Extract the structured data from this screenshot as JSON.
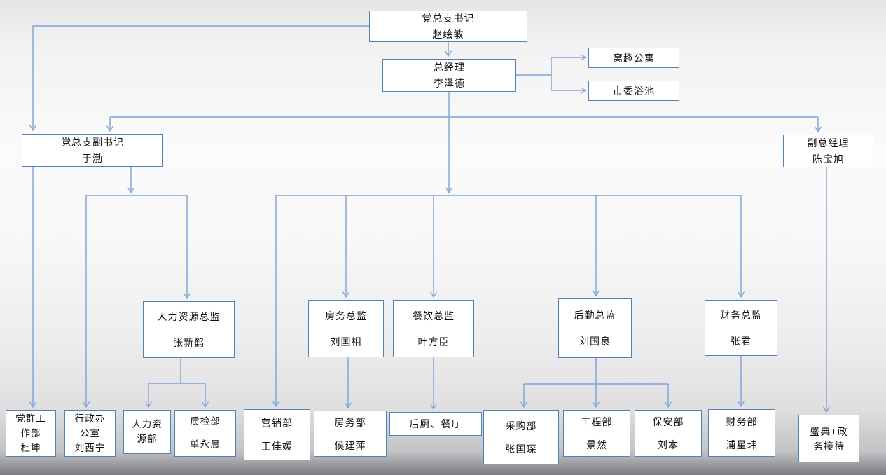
{
  "colors": {
    "box_border": "#4f81bd",
    "connector": "#7aa3d6",
    "box_bg": "#ffffff",
    "text": "#111111"
  },
  "nodes": [
    {
      "id": "party-secretary",
      "lines": [
        "党总支书记",
        "赵绘敏"
      ]
    },
    {
      "id": "general-manager",
      "lines": [
        "总经理",
        "李泽德"
      ]
    },
    {
      "id": "woqu-apartment",
      "lines": [
        "窝趣公寓"
      ]
    },
    {
      "id": "shiwei-bath",
      "lines": [
        "市委浴池"
      ]
    },
    {
      "id": "deputy-party-secretary",
      "lines": [
        "党总支副书记",
        "于渤"
      ]
    },
    {
      "id": "deputy-general-manager",
      "lines": [
        "副总经理",
        "陈宝旭"
      ]
    },
    {
      "id": "hr-director",
      "lines": [
        "人力资源总监",
        "张新鹤"
      ]
    },
    {
      "id": "rooms-director",
      "lines": [
        "房务总监",
        "刘国相"
      ]
    },
    {
      "id": "fb-director",
      "lines": [
        "餐饮总监",
        "叶方臣"
      ]
    },
    {
      "id": "logistics-director",
      "lines": [
        "后勤总监",
        "刘国良"
      ]
    },
    {
      "id": "finance-director",
      "lines": [
        "财务总监",
        "张君"
      ]
    },
    {
      "id": "party-mass-dept",
      "lines": [
        "党群工",
        "作部",
        "杜坤"
      ]
    },
    {
      "id": "admin-office",
      "lines": [
        "行政办",
        "公室",
        "刘西宁"
      ]
    },
    {
      "id": "hr-dept",
      "lines": [
        "人力资",
        "源部"
      ]
    },
    {
      "id": "qc-dept",
      "lines": [
        "质检部",
        "单永晨"
      ]
    },
    {
      "id": "marketing-dept",
      "lines": [
        "营销部",
        "王佳媛"
      ]
    },
    {
      "id": "rooms-dept",
      "lines": [
        "房务部",
        "侯建萍"
      ]
    },
    {
      "id": "kitchen-restaurant",
      "lines": [
        "后厨、餐厅"
      ]
    },
    {
      "id": "purchasing-dept",
      "lines": [
        "采购部",
        "张国琛"
      ]
    },
    {
      "id": "engineering-dept",
      "lines": [
        "工程部",
        "景然"
      ]
    },
    {
      "id": "security-dept",
      "lines": [
        "保安部",
        "刘本"
      ]
    },
    {
      "id": "finance-dept",
      "lines": [
        "财务部",
        "浦星玮"
      ]
    },
    {
      "id": "ceremony-gov-reception",
      "lines": [
        "盛典+政",
        "务接待"
      ]
    }
  ]
}
